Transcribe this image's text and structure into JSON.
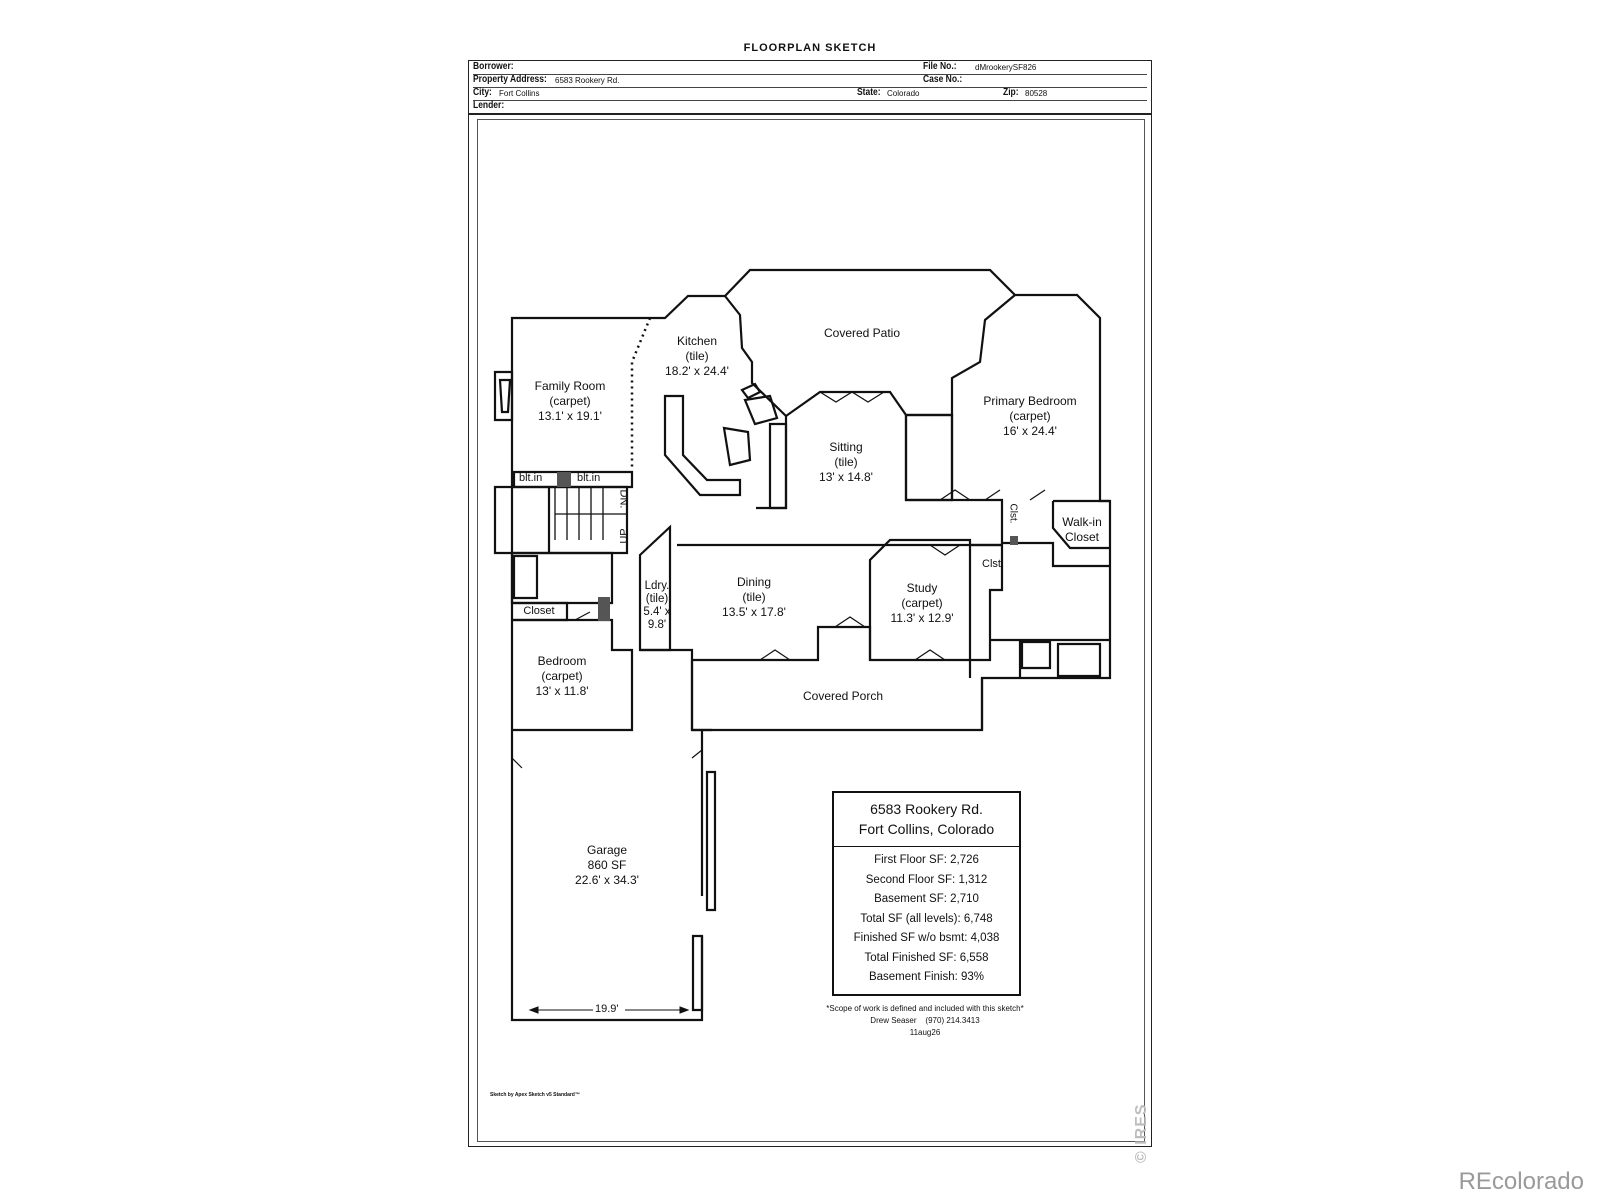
{
  "sheet": {
    "title": "FLOORPLAN SKETCH",
    "borrower_label": "Borrower:",
    "file_no_label": "File No.:",
    "file_no": "dMrookerySF826",
    "property_address_label": "Property Address:",
    "property_address": "6583 Rookery Rd.",
    "case_no_label": "Case No.:",
    "city_label": "City:",
    "city": "Fort Collins",
    "state_label": "State:",
    "state": "Colorado",
    "zip_label": "Zip:",
    "zip": "80528",
    "lender_label": "Lender:"
  },
  "rooms": {
    "kitchen": "Kitchen\n(tile)\n18.2' x 24.4'",
    "covered_patio": "Covered Patio",
    "family_room": "Family Room\n(carpet)\n13.1' x 19.1'",
    "primary_bedroom": "Primary Bedroom\n(carpet)\n16' x 24.4'",
    "sitting": "Sitting\n(tile)\n13' x 14.8'",
    "walk_in_closet": "Walk-in\nCloset",
    "closet_small_1": "Clst.",
    "closet_small_2": "Clst.",
    "laundry": "Ldry.\n(tile)\n5.4' x\n9.8'",
    "dining": "Dining\n(tile)\n13.5' x 17.8'",
    "study": "Study\n(carpet)\n11.3' x 12.9'",
    "closet": "Closet",
    "bedroom": "Bedroom\n(carpet)\n13' x 11.8'",
    "covered_porch": "Covered Porch",
    "garage": "Garage\n860 SF\n22.6' x 34.3'",
    "builtin_1": "blt.in",
    "builtin_2": "blt.in",
    "stair_dn": "DN.",
    "stair_up": "UP",
    "garage_width": "19.9'"
  },
  "summary": {
    "address_line1": "6583 Rookery Rd.",
    "address_line2": "Fort Collins, Colorado",
    "first_floor": "First Floor SF: 2,726",
    "second_floor": "Second Floor SF: 1,312",
    "basement": "Basement SF: 2,710",
    "total": "Total SF (all levels): 6,748",
    "finished_wo_bsmt": "Finished SF w/o bsmt: 4,038",
    "total_finished": "Total Finished SF: 6,558",
    "basement_finish": "Basement Finish: 93%"
  },
  "notes": {
    "scope": "*Scope of work is defined and included with this sketch*",
    "appraiser": "Drew Seaser    (970) 214.3413",
    "date": "11aug26",
    "credit": "Sketch by Apex Sketch v5 Standard™"
  },
  "watermark": "© IRES",
  "brand": "REcolorado"
}
